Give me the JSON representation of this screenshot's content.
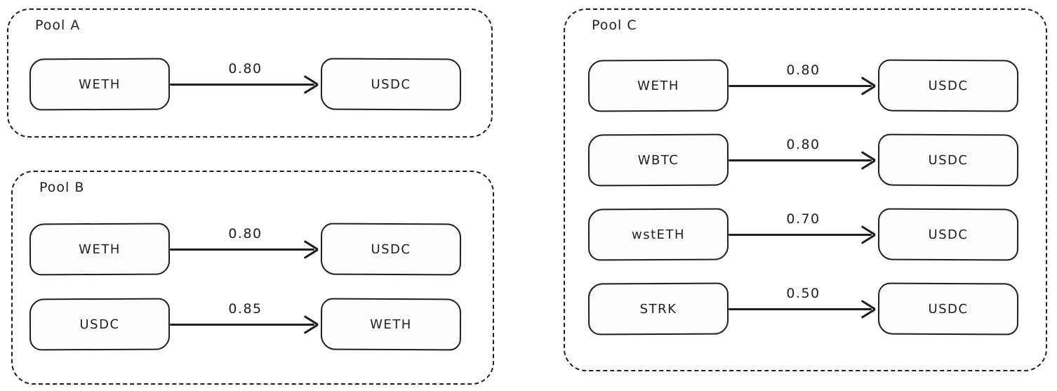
{
  "diagram": {
    "type": "liquidity-pool-graph",
    "ink_color": "#1e1e1e",
    "background_color": "#ffffff",
    "pools": [
      {
        "label": "Pool A",
        "edges": [
          {
            "from": "WETH",
            "weight": "0.80",
            "to": "USDC"
          }
        ]
      },
      {
        "label": "Pool B",
        "edges": [
          {
            "from": "WETH",
            "weight": "0.80",
            "to": "USDC"
          },
          {
            "from": "USDC",
            "weight": "0.85",
            "to": "WETH"
          }
        ]
      },
      {
        "label": "Pool C",
        "edges": [
          {
            "from": "WETH",
            "weight": "0.80",
            "to": "USDC"
          },
          {
            "from": "WBTC",
            "weight": "0.80",
            "to": "USDC"
          },
          {
            "from": "wstETH",
            "weight": "0.70",
            "to": "USDC"
          },
          {
            "from": "STRK",
            "weight": "0.50",
            "to": "USDC"
          }
        ]
      }
    ]
  }
}
